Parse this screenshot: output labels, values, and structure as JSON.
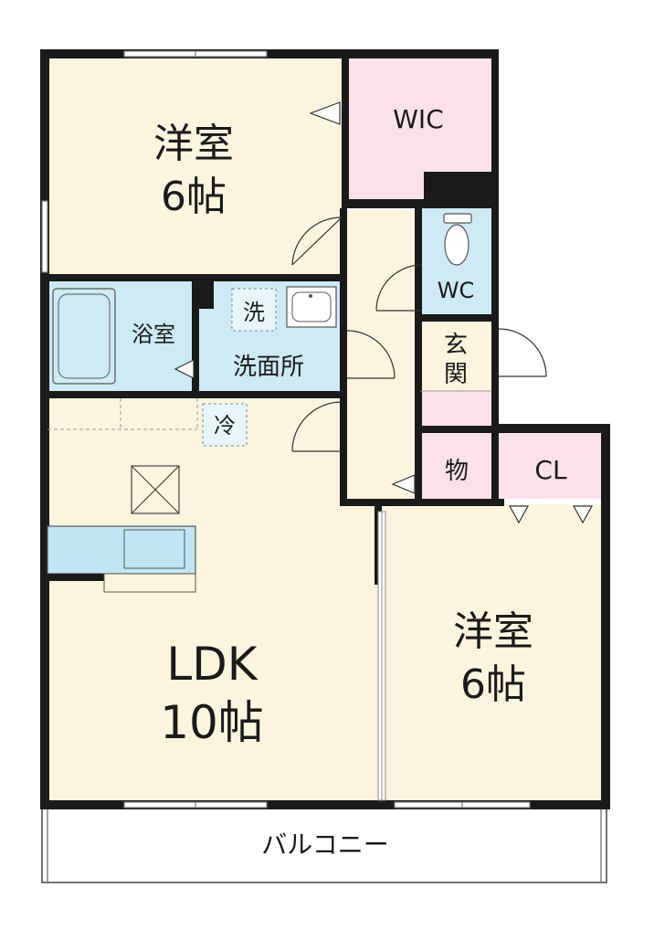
{
  "floorplan": {
    "colors": {
      "wall": "#1a1a1a",
      "room_beige": "#fdf4de",
      "wet_blue": "#cdeaf5",
      "closet_pink": "#fbe1ea",
      "balcony": "#ffffff",
      "kitchen_counter": "#bfe6f2"
    },
    "rooms": {
      "western_room_north": {
        "name": "洋室",
        "size": "6帖"
      },
      "wic": {
        "name": "WIC"
      },
      "wc": {
        "name": "WC"
      },
      "bathroom": {
        "name": "浴室"
      },
      "washing_machine": {
        "name": "洗"
      },
      "washroom": {
        "name": "洗面所"
      },
      "entrance": {
        "name_line1": "玄",
        "name_line2": "関"
      },
      "refrigerator": {
        "name": "冷"
      },
      "storage": {
        "name": "物"
      },
      "closet": {
        "name": "CL"
      },
      "ldk": {
        "name": "LDK",
        "size": "10帖"
      },
      "western_room_south": {
        "name": "洋室",
        "size": "6帖"
      },
      "balcony": {
        "name": "バルコニー"
      }
    }
  }
}
